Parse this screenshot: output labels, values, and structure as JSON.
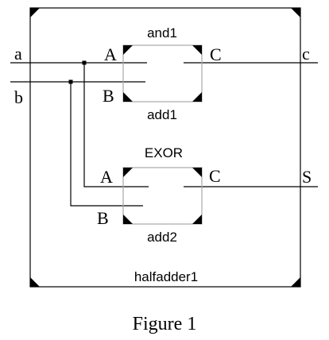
{
  "outer_block": {
    "name": "halfadder1",
    "inputs": [
      "a",
      "b"
    ],
    "outputs": [
      "c",
      "S"
    ]
  },
  "gates": [
    {
      "type": "and1",
      "instance": "add1",
      "pin_a": "A",
      "pin_b": "B",
      "pin_out": "C"
    },
    {
      "type": "EXOR",
      "instance": "add2",
      "pin_a": "A",
      "pin_b": "B",
      "pin_out": "C"
    }
  ],
  "caption": "Figure 1"
}
